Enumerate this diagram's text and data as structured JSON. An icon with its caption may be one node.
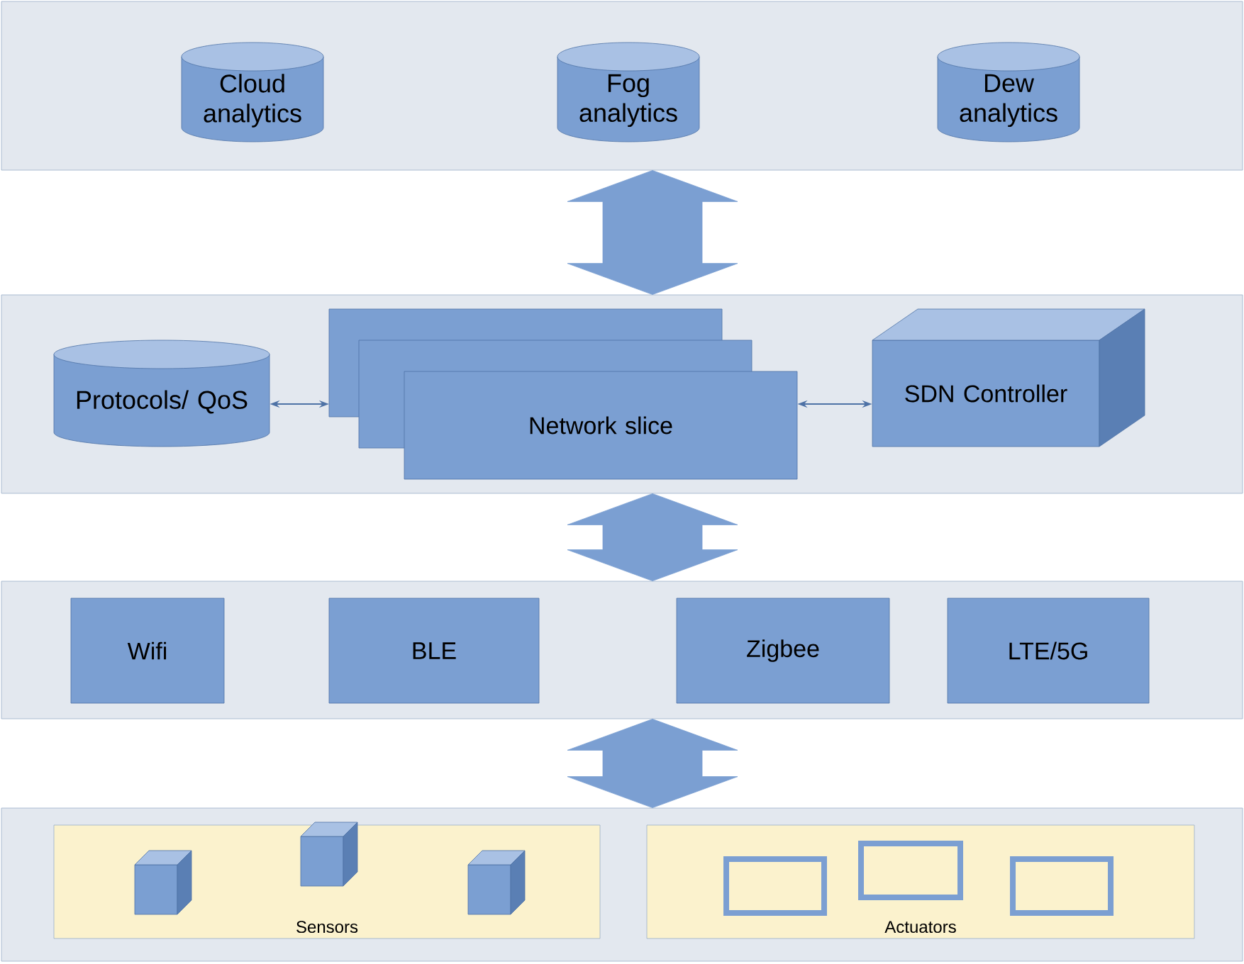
{
  "diagram": {
    "nodes": [
      {
        "text": [],
        "shape": "box"
      },
      {
        "text": [
          "Cloud analytics"
        ],
        "in": 0
      },
      {
        "text": [
          "Fog analytics"
        ],
        "in": 0
      },
      {
        "text": [
          "Dew analytics"
        ],
        "in": 0
      },
      {
        "text": [],
        "shape": "box"
      },
      {
        "text": [
          "Protocols/ QoS"
        ],
        "in": 4
      },
      {
        "text": [
          "Network slice"
        ],
        "in": 4
      },
      {
        "text": [
          "SDN Controller"
        ],
        "in": 4
      },
      {
        "text": [],
        "shape": "box"
      },
      {
        "text": [
          "Wifi"
        ],
        "in": 8
      },
      {
        "text": [
          "BLE"
        ],
        "in": 8
      },
      {
        "text": [
          "Zigbee"
        ],
        "in": 8
      },
      {
        "text": [
          "LTE/5G"
        ],
        "in": 8
      },
      {
        "text": [],
        "shape": "box"
      },
      {
        "text": [
          "Sensors"
        ],
        "in": 13
      },
      {
        "text": [
          "Actuators"
        ],
        "in": 13
      },
      {
        "text": [],
        "shape": "cube",
        "in": 14
      },
      {
        "text": [],
        "shape": "cube",
        "in": 14
      },
      {
        "text": [],
        "shape": "cube",
        "in": 14
      },
      {
        "text": [],
        "shape": "box",
        "in": 15
      },
      {
        "text": [],
        "shape": "box",
        "in": 15
      },
      {
        "text": [],
        "shape": "box",
        "in": 15
      }
    ],
    "edges": [
      {
        "from": 0,
        "to": 4,
        "arrow": "both",
        "style": "thick"
      },
      {
        "from": 5,
        "to": 6,
        "arrow": "both"
      },
      {
        "from": 6,
        "to": 7,
        "arrow": "both"
      },
      {
        "from": 4,
        "to": 8,
        "arrow": "both",
        "style": "thick"
      },
      {
        "from": 8,
        "to": 13,
        "arrow": "both",
        "style": "thick"
      }
    ]
  }
}
